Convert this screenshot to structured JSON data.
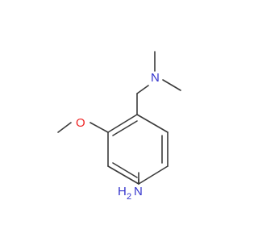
{
  "molecule": {
    "atoms": {
      "n_dimethylamino": "N",
      "o_methoxy": "O",
      "amine_n": "N",
      "amine_h": "H",
      "amine_h_count": "2"
    },
    "colors": {
      "bond": "#3a3a3a",
      "nitrogen": "#3333cc",
      "oxygen": "#ee2222",
      "background": "#ffffff"
    }
  }
}
